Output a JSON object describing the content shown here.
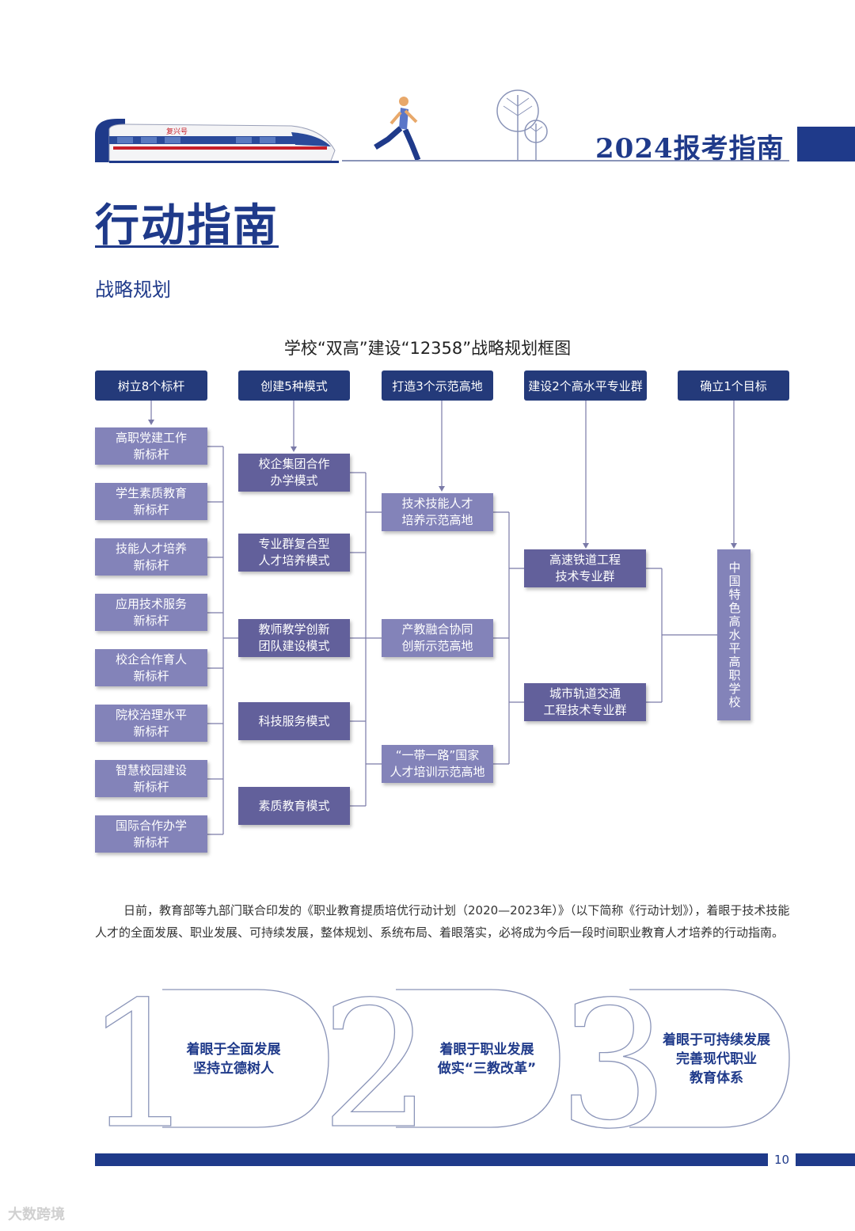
{
  "header": {
    "title": "2024报考指南",
    "train_label": "复兴号"
  },
  "page_title": "行动指南",
  "section_title": "战略规划",
  "chart_title": "学校“双高”建设“12358”战略规划框图",
  "columns": {
    "c1": "树立8个标杆",
    "c2": "创建5种模式",
    "c3": "打造3个示范高地",
    "c4": "建设2个高水平专业群",
    "c5": "确立1个目标"
  },
  "benchmarks": [
    [
      "高职党建工作",
      "新标杆"
    ],
    [
      "学生素质教育",
      "新标杆"
    ],
    [
      "技能人才培养",
      "新标杆"
    ],
    [
      "应用技术服务",
      "新标杆"
    ],
    [
      "校企合作育人",
      "新标杆"
    ],
    [
      "院校治理水平",
      "新标杆"
    ],
    [
      "智慧校园建设",
      "新标杆"
    ],
    [
      "国际合作办学",
      "新标杆"
    ]
  ],
  "modes": [
    [
      "校企集团合作",
      "办学模式"
    ],
    [
      "专业群复合型",
      "人才培养模式"
    ],
    [
      "教师教学创新",
      "团队建设模式"
    ],
    [
      "科技服务模式"
    ],
    [
      "素质教育模式"
    ]
  ],
  "highlands": [
    [
      "技术技能人才",
      "培养示范高地"
    ],
    [
      "产教融合协同",
      "创新示范高地"
    ],
    [
      "“一带一路”国家",
      "人才培训示范高地"
    ]
  ],
  "groups": [
    [
      "高速铁道工程",
      "技术专业群"
    ],
    [
      "城市轨道交通",
      "工程技术专业群"
    ]
  ],
  "goal": "中国特色高水平高职学校",
  "paragraph": "日前，教育部等九部门联合印发的《职业教育提质培优行动计划（2020—2023年）》（以下简称《行动计划》），着眼于技术技能人才的全面发展、职业发展、可持续发展，整体规划、系统布局、着眼落实，必将成为今后一段时间职业教育人才培养的行动指南。",
  "pills": [
    {
      "number": "1",
      "line1": "着眼于全面发展",
      "line2": "坚持立德树人",
      "line3": ""
    },
    {
      "number": "2",
      "line1": "着眼于职业发展",
      "line2": "做实“三教改革”",
      "line3": ""
    },
    {
      "number": "3",
      "line1": "着眼于可持续发展",
      "line2": "完善现代职业",
      "line3": "教育体系"
    }
  ],
  "page_number": "10",
  "watermark": "大数跨境",
  "colors": {
    "primary": "#1f3a8a",
    "node": "#8383b9",
    "node_dark": "#62609b"
  }
}
